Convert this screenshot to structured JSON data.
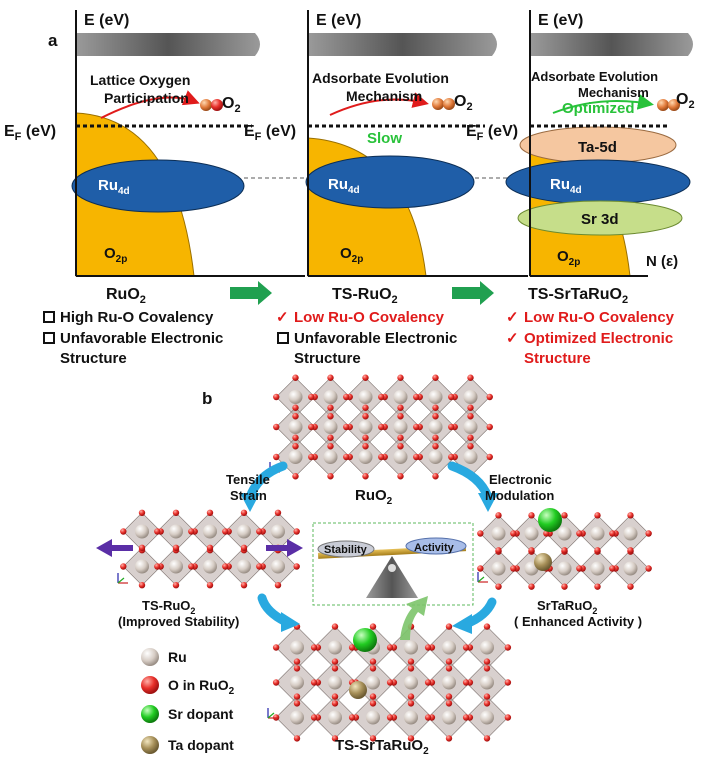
{
  "panel_a": {
    "label": "a",
    "axis_y": "E (eV)",
    "fermi": "E",
    "fermi_sub": "F",
    "fermi_unit": " (eV)",
    "axis_x": "N (ε)",
    "mech1_line1": "Lattice Oxygen",
    "mech1_line2": "Participation",
    "mech2_line1": "Adsorbate Evolution",
    "mech2_line2": "Mechanism",
    "slow": "Slow",
    "optimized": "Optimized",
    "o2": "O",
    "o2_sub": "2",
    "ru": "Ru",
    "ru_sub": "4d",
    "o": "O",
    "o_sub": "2p",
    "ta": "Ta-5d",
    "sr": "Sr 3d",
    "names": [
      {
        "base": "RuO",
        "sub": "2",
        "tail": ""
      },
      {
        "base": "TS-RuO",
        "sub": "2",
        "tail": ""
      },
      {
        "base": "TS-SrTaRuO",
        "sub": "2",
        "tail": ""
      }
    ],
    "notes1": [
      "High Ru-O Covalency",
      "Unfavorable Electronic",
      "Structure"
    ],
    "notes2": [
      "Low Ru-O Covalency",
      "Unfavorable Electronic",
      "Structure"
    ],
    "notes3": [
      "Low Ru-O Covalency",
      "Optimized Electronic",
      "Structure"
    ],
    "colors": {
      "o2p": "#f7b500",
      "ru4d": "#1f5ea8",
      "ta5d": "#f5c7a0",
      "sr3d": "#c6de8a",
      "arrow_green": "#20a050",
      "red": "#e01b1b"
    }
  },
  "panel_b": {
    "label": "b",
    "top": {
      "base": "RuO",
      "sub": "2"
    },
    "tensile_1": "Tensile",
    "tensile_2": "Strain",
    "electronic_1": "Electronic",
    "electronic_2": "Modulation",
    "left_1": {
      "base": "TS-RuO",
      "sub": "2"
    },
    "left_2": "(Improved Stability)",
    "right_1": {
      "base": "SrTaRuO",
      "sub": "2"
    },
    "right_2": "( Enhanced Activity )",
    "bottom": {
      "base": "TS-SrTaRuO",
      "sub": "2"
    },
    "stability": "Stability",
    "activity": "Activity",
    "legend": [
      {
        "label": "Ru",
        "icon": "ru-atom-icon",
        "color": "#d9cfc8"
      },
      {
        "label": "O in RuO",
        "sub": "2",
        "icon": "o-atom-icon",
        "color": "#e8302a"
      },
      {
        "label": "Sr dopant",
        "icon": "sr-atom-icon",
        "color": "#22cc22"
      },
      {
        "label": "Ta dopant",
        "icon": "ta-atom-icon",
        "color": "#a8915a"
      }
    ]
  }
}
